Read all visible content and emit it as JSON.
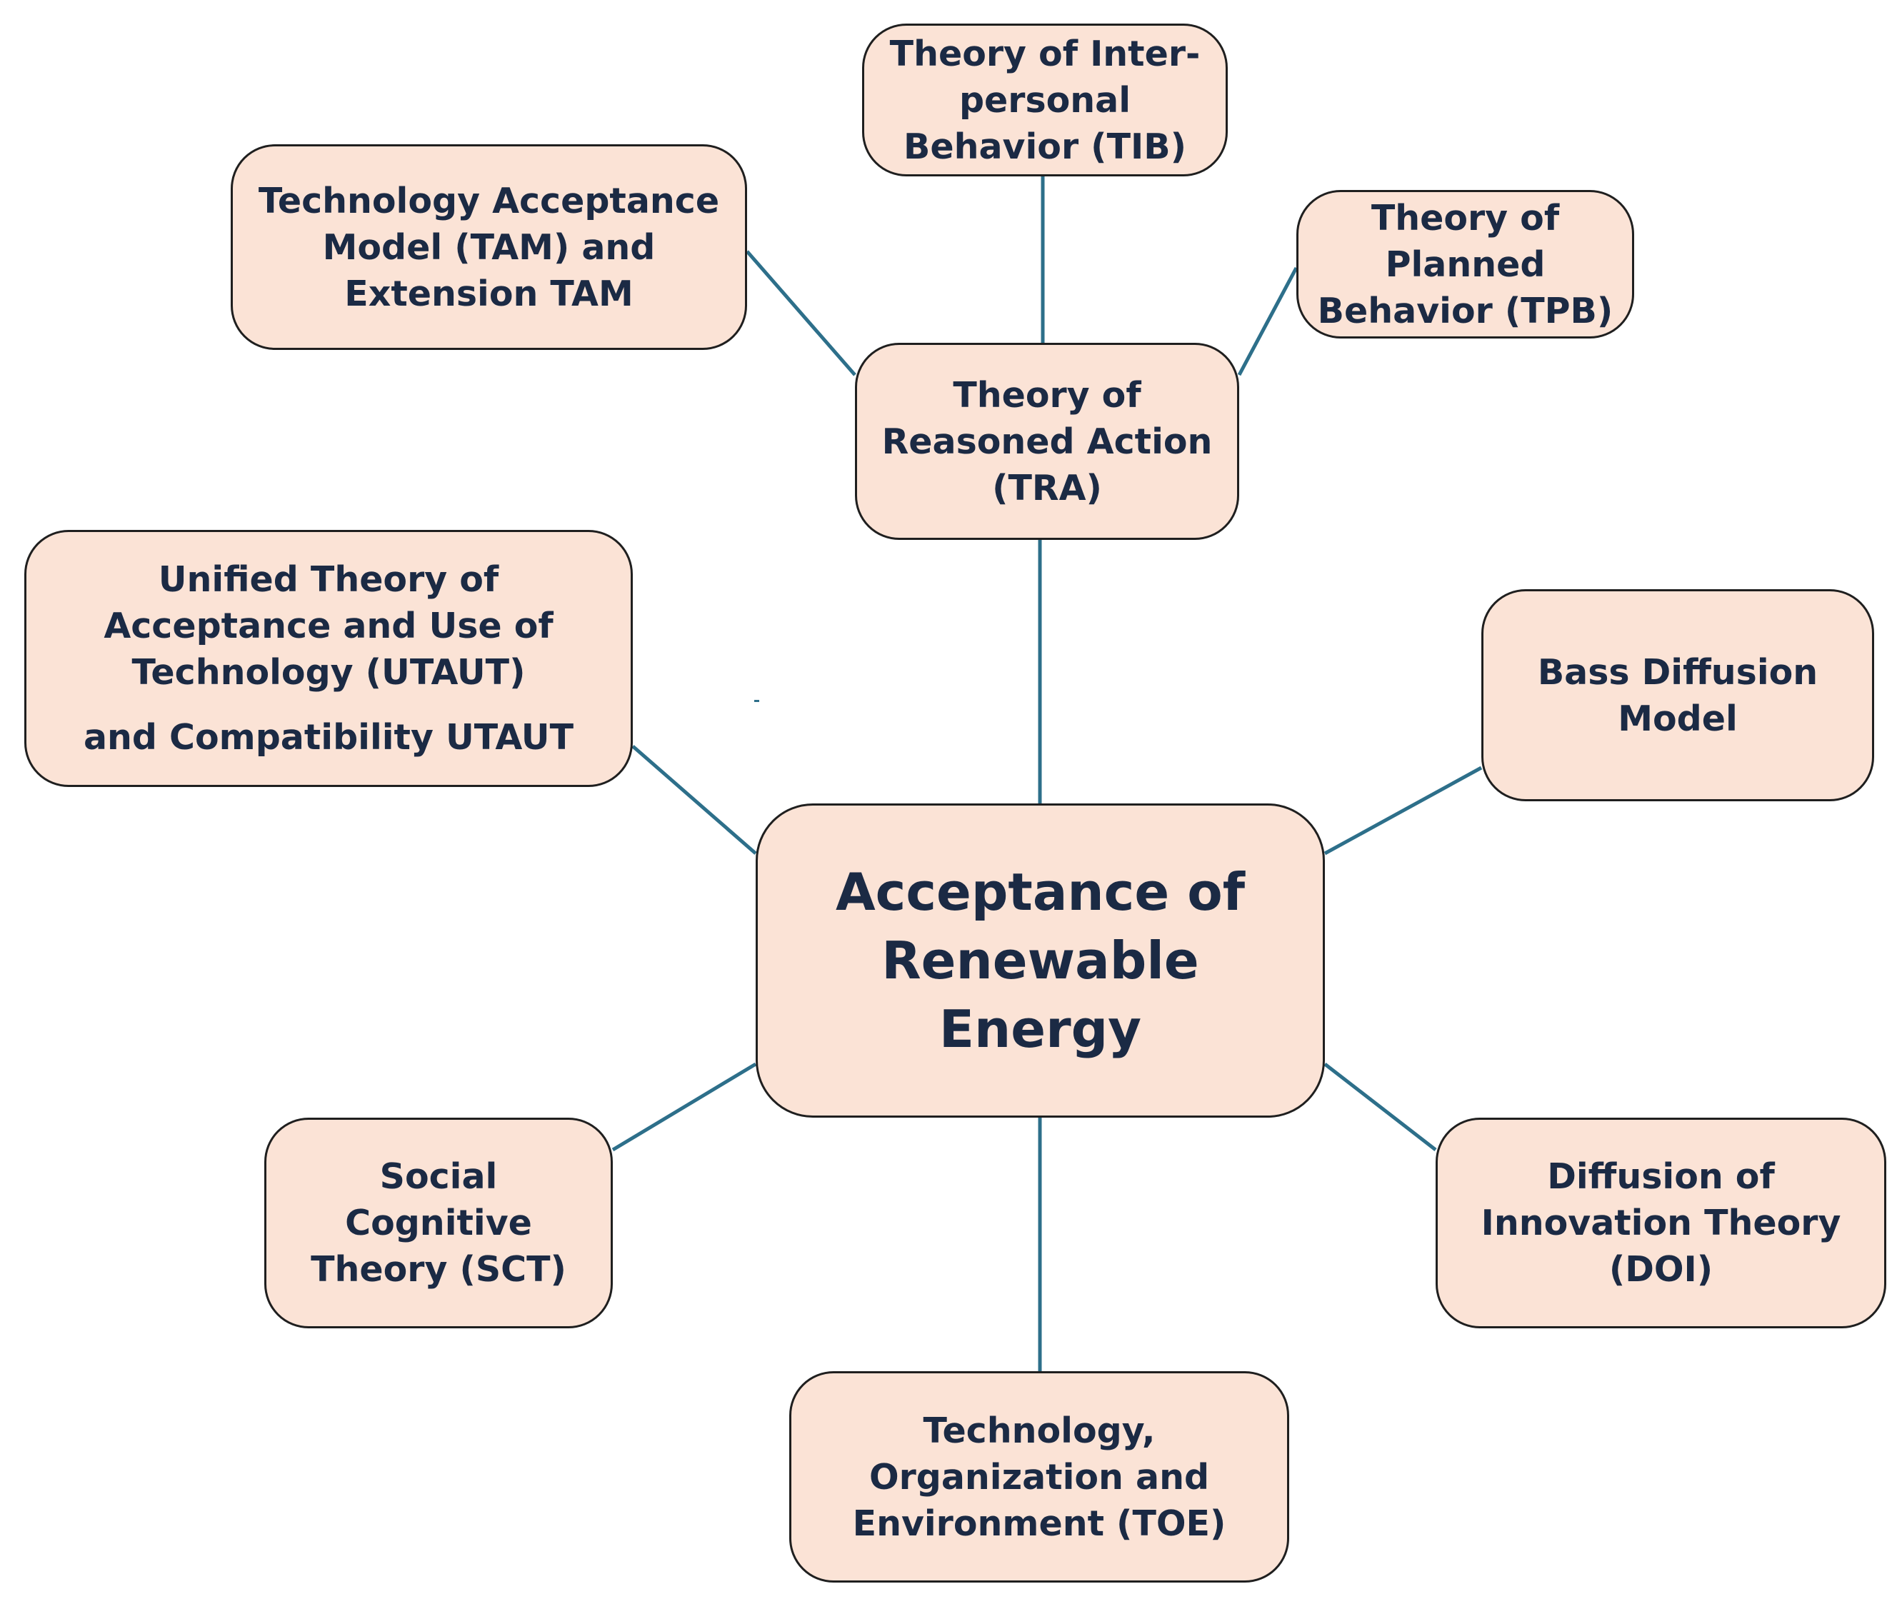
{
  "diagram": {
    "type": "hub-and-spoke",
    "connector_color": "#2d6f8a",
    "node_fill": "#fbe3d6",
    "node_border": "#1f1f1f",
    "text_color": "#1b2a44",
    "center": {
      "lines": [
        "Acceptance of",
        "Renewable",
        "Energy"
      ]
    },
    "nodes": {
      "tra": {
        "lines": [
          "Theory of",
          "Reasoned Action",
          "(TRA)"
        ]
      },
      "tib": {
        "lines": [
          "Theory of Inter-",
          "personal",
          "Behavior (TIB)"
        ]
      },
      "tam": {
        "lines": [
          "Technology Acceptance",
          "Model (TAM) and",
          "Extension TAM"
        ]
      },
      "tpb": {
        "lines": [
          "Theory of",
          "Planned",
          "Behavior (TPB)"
        ]
      },
      "utaut": {
        "lines": [
          "Unified Theory of",
          "Acceptance and Use of",
          "Technology (UTAUT)",
          "and Compatibility UTAUT"
        ]
      },
      "bass": {
        "lines": [
          "Bass Diffusion",
          "Model"
        ]
      },
      "sct": {
        "lines": [
          "Social",
          "Cognitive",
          "Theory (SCT)"
        ]
      },
      "doi": {
        "lines": [
          "Diffusion of",
          "Innovation Theory",
          "(DOI)"
        ]
      },
      "toe": {
        "lines": [
          "Technology,",
          "Organization and",
          "Environment (TOE)"
        ]
      }
    },
    "edges": [
      [
        "center",
        "tra"
      ],
      [
        "tra",
        "tib"
      ],
      [
        "tra",
        "tam"
      ],
      [
        "tra",
        "tpb"
      ],
      [
        "center",
        "utaut"
      ],
      [
        "center",
        "bass"
      ],
      [
        "center",
        "sct"
      ],
      [
        "center",
        "doi"
      ],
      [
        "center",
        "toe"
      ]
    ]
  }
}
